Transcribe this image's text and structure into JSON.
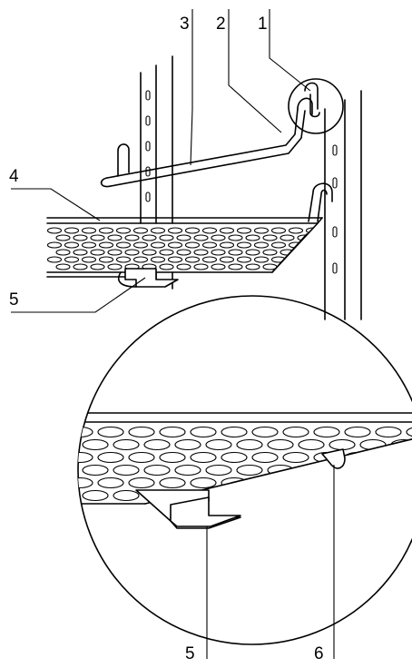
{
  "diagram": {
    "callouts": [
      {
        "id": "1",
        "label": "1"
      },
      {
        "id": "2",
        "label": "2"
      },
      {
        "id": "3",
        "label": "3"
      },
      {
        "id": "4",
        "label": "4"
      },
      {
        "id": "5a",
        "label": "5"
      },
      {
        "id": "5b",
        "label": "5"
      },
      {
        "id": "6",
        "label": "6"
      }
    ],
    "colors": {
      "line": "#000000",
      "background": "#ffffff"
    }
  }
}
